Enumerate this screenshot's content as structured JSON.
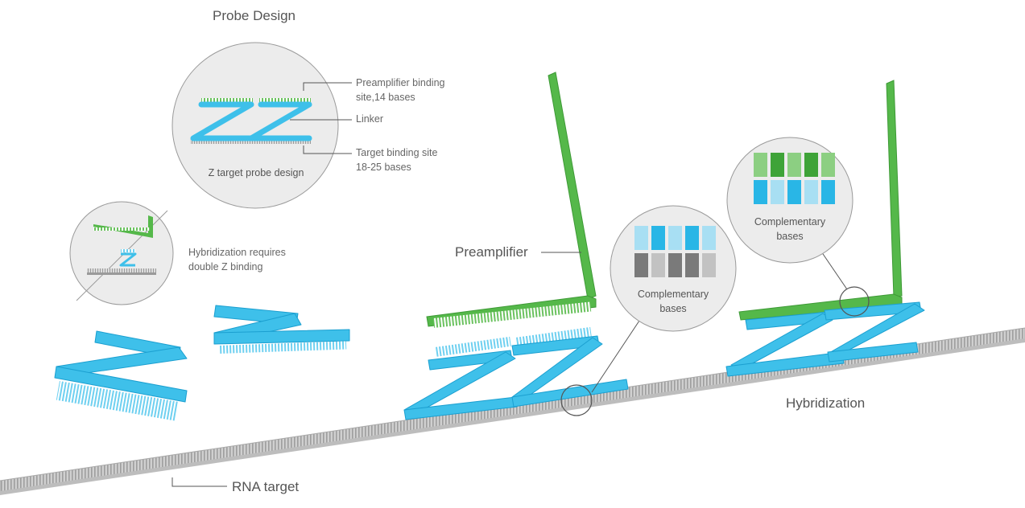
{
  "probe_design": {
    "title": "Probe Design",
    "caption": "Z target probe design",
    "labels": {
      "preamp_line1": "Preamplifier binding",
      "preamp_line2": "site,14 bases",
      "linker": "Linker",
      "target_line1": "Target binding site",
      "target_line2": "18-25 bases"
    }
  },
  "double_z": {
    "line1": "Hybridization requires",
    "line2": "double Z binding"
  },
  "complementary_1": {
    "line1": "Complementary",
    "line2": "bases"
  },
  "complementary_2": {
    "line1": "Complementary",
    "line2": "bases"
  },
  "labels": {
    "preamplifier": "Preamplifier",
    "hybridization": "Hybridization",
    "rna_target": "RNA target"
  },
  "colors": {
    "blue": "#3ec0ea",
    "blue_dark": "#1b9fd0",
    "green": "#55b84a",
    "green_dark": "#3e9a36",
    "gray": "#bdbdbd",
    "circle_fill": "#ececec",
    "circle_stroke": "#9a9a9a"
  }
}
